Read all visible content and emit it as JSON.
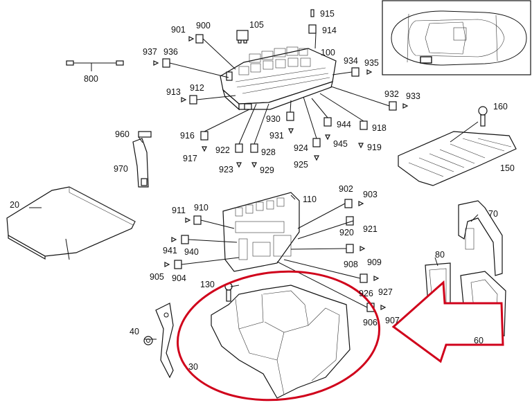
{
  "labels": {
    "l800": "800",
    "l105": "105",
    "l901": "901",
    "l900": "900",
    "l915": "915",
    "l914": "914",
    "l937": "937",
    "l936": "936",
    "l100": "100",
    "l934": "934",
    "l935": "935",
    "l913": "913",
    "l912": "912",
    "l932": "932",
    "l933": "933",
    "l160": "160",
    "l930": "930",
    "l944": "944",
    "l918": "918",
    "l960": "960",
    "l916": "916",
    "l931": "931",
    "l945": "945",
    "l919": "919",
    "l922": "922",
    "l928": "928",
    "l924": "924",
    "l917": "917",
    "l923": "923",
    "l929": "929",
    "l925": "925",
    "l150": "150",
    "l970": "970",
    "l20": "20",
    "l110": "110",
    "l902": "902",
    "l903": "903",
    "l911": "911",
    "l910": "910",
    "l920": "920",
    "l921": "921",
    "l70": "70",
    "l941": "941",
    "l940": "940",
    "l908": "908",
    "l909": "909",
    "l80": "80",
    "l905": "905",
    "l904": "904",
    "l926": "926",
    "l927": "927",
    "l130": "130",
    "l906": "906",
    "l907": "907",
    "l40": "40",
    "l60": "60",
    "l30": "30"
  },
  "colors": {
    "highlight": "#d0021b",
    "ink": "#111111",
    "background": "#ffffff"
  },
  "icons": [
    "car-location-icon",
    "arrow-pointer-icon",
    "highlight-ellipse-icon"
  ]
}
